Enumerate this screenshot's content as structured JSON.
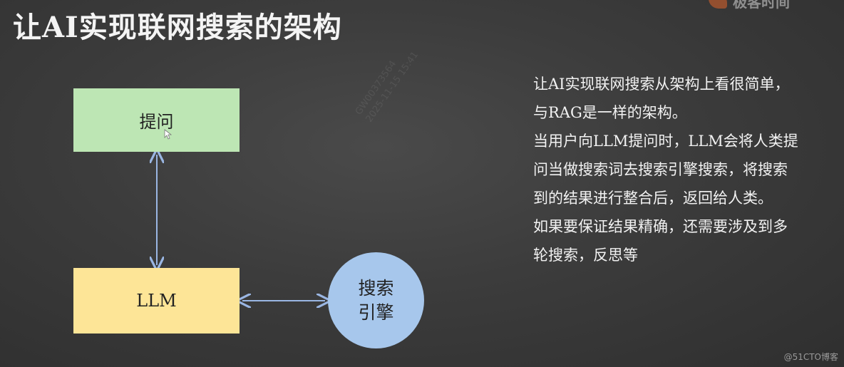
{
  "slide": {
    "title": "让AI实现联网搜索的架构",
    "logo_text": "极客时间",
    "colors": {
      "background": "#3a3a3a",
      "question_box": "#bde6b4",
      "llm_box": "#fde597",
      "search_circle": "#a7c7ec",
      "arrow": "#9ab6e3"
    }
  },
  "diagram": {
    "question_label": "提问",
    "llm_label": "LLM",
    "search_label_line1": "搜索",
    "search_label_line2": "引擎",
    "watermark_line1": "GW00373564",
    "watermark_line2": "2025-11-15 15:41"
  },
  "text": {
    "lines": [
      "让AI实现联网搜索从架构上看很简单，",
      "与RAG是一样的架构。",
      "当用户向LLM提问时，LLM会将人类提",
      "问当做搜索词去搜索引擎搜索，将搜索",
      "到的结果进行整合后，返回给人类。",
      "如果要保证结果精确，还需要涉及到多",
      "轮搜索，反思等"
    ]
  },
  "footer": {
    "source_mark": "@51CTO博客"
  }
}
